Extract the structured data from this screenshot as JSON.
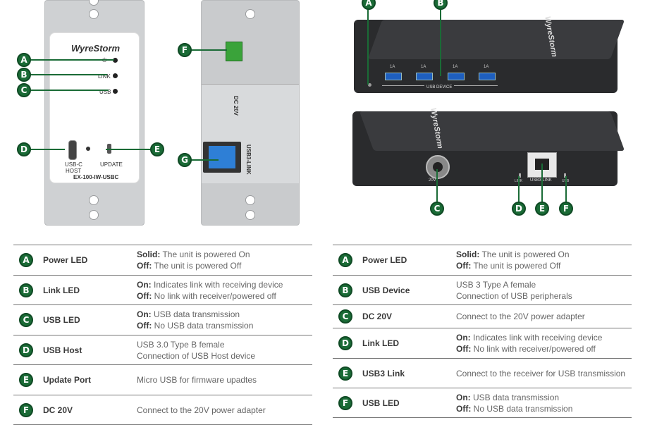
{
  "wallplate_front": {
    "brand": "WyreStorm",
    "led_labels": [
      "⏻",
      "LINK",
      "USB"
    ],
    "usbc_label_1": "USB-C",
    "usbc_label_2": "HOST",
    "update_label": "UPDATE",
    "model": "EX-100-IW-USBC",
    "callouts": [
      "A",
      "B",
      "C",
      "D",
      "E"
    ]
  },
  "wallplate_back": {
    "dc_label": "DC 20V",
    "usb3_label": "USB3-LINK",
    "callouts": [
      "F",
      "G"
    ]
  },
  "receiver_front": {
    "brand": "WyreStorm",
    "port_labels": [
      "1A",
      "1A",
      "1A",
      "1A"
    ],
    "usb_device_label": "USB DEVICE",
    "callouts": [
      "A",
      "B"
    ]
  },
  "receiver_back": {
    "brand": "WyreStorm",
    "dc_label": "20V",
    "link_led_label": "LINK",
    "usb3_label": "USB3 LINK",
    "usb_led_label": "USB",
    "callouts": [
      "C",
      "D",
      "E",
      "F"
    ]
  },
  "colors": {
    "badge": "#1a6b36",
    "usb_port": "#1e5fbf",
    "device_body": "#2a2b2d"
  },
  "left_table": [
    {
      "letter": "A",
      "name": "Power LED",
      "l1b": "Solid:",
      "l1": " The unit is powered On",
      "l2b": "Off:",
      "l2": " The unit is powered Off"
    },
    {
      "letter": "B",
      "name": "Link LED",
      "l1b": "On:",
      "l1": " Indicates link with receiving device",
      "l2b": "Off:",
      "l2": " No link with receiver/powered off"
    },
    {
      "letter": "C",
      "name": "USB LED",
      "l1b": "On:",
      "l1": " USB data transmission",
      "l2b": "Off:",
      "l2": " No USB data transmission"
    },
    {
      "letter": "D",
      "name": "USB Host",
      "l1b": "",
      "l1": "USB 3.0 Type B female",
      "l2b": "",
      "l2": "Connection of USB Host device"
    },
    {
      "letter": "E",
      "name": "Update Port",
      "l1b": "",
      "l1": "Micro USB for firmware upadtes",
      "l2b": "",
      "l2": ""
    },
    {
      "letter": "F",
      "name": "DC 20V",
      "l1b": "",
      "l1": "Connect to the 20V power adapter",
      "l2b": "",
      "l2": ""
    }
  ],
  "right_table": [
    {
      "letter": "A",
      "name": "Power LED",
      "l1b": "Solid:",
      "l1": " The unit is powered On",
      "l2b": "Off:",
      "l2": " The unit is powered Off"
    },
    {
      "letter": "B",
      "name": "USB Device",
      "l1b": "",
      "l1": "USB 3 Type A female",
      "l2b": "",
      "l2": "Connection of USB peripherals"
    },
    {
      "letter": "C",
      "name": "DC 20V",
      "l1b": "",
      "l1": "Connect to the 20V power adapter",
      "l2b": "",
      "l2": ""
    },
    {
      "letter": "D",
      "name": "Link LED",
      "l1b": "On:",
      "l1": " Indicates link with receiving device",
      "l2b": "Off:",
      "l2": " No link with receiver/powered off"
    },
    {
      "letter": "E",
      "name": "USB3 Link",
      "l1b": "",
      "l1": "Connect to the receiver for USB transmission",
      "l2b": "",
      "l2": ""
    },
    {
      "letter": "F",
      "name": "USB LED",
      "l1b": "On:",
      "l1": " USB data transmission",
      "l2b": "Off:",
      "l2": " No USB data transmission"
    }
  ]
}
